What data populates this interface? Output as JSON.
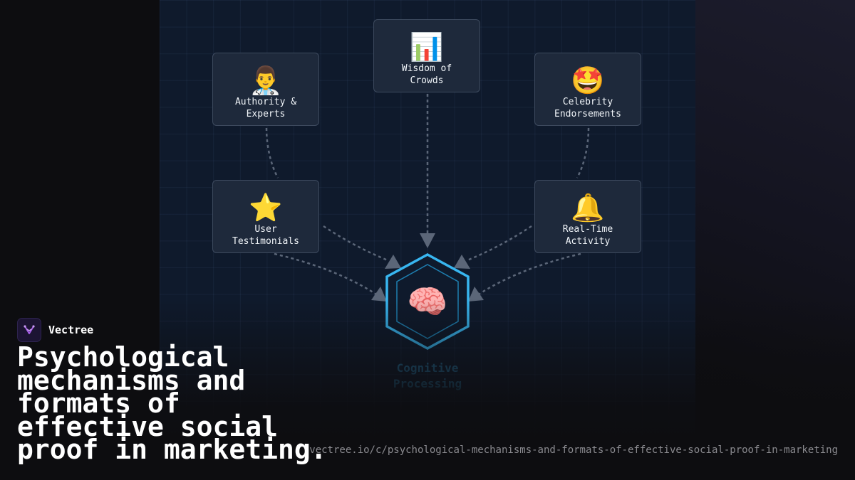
{
  "diagram": {
    "nodes": [
      {
        "id": "wisdom",
        "icon": "📊",
        "icon_name": "bar-chart-icon",
        "label": "Wisdom of\nCrowds"
      },
      {
        "id": "authority",
        "icon": "👨‍⚕️",
        "icon_name": "doctor-icon",
        "label": "Authority &\nExperts"
      },
      {
        "id": "celebrity",
        "icon": "🤩",
        "icon_name": "star-struck-face-icon",
        "label": "Celebrity\nEndorsements"
      },
      {
        "id": "testimonials",
        "icon": "⭐",
        "icon_name": "star-icon",
        "label": "User\nTestimonials"
      },
      {
        "id": "realtime",
        "icon": "🔔",
        "icon_name": "bell-icon",
        "label": "Real-Time\nActivity"
      }
    ],
    "center": {
      "icon": "🧠",
      "icon_name": "brain-icon",
      "label": "Cognitive\nProcessing"
    },
    "edges": [
      {
        "from": "wisdom",
        "to": "center"
      },
      {
        "from": "authority",
        "to": "center"
      },
      {
        "from": "celebrity",
        "to": "center"
      },
      {
        "from": "testimonials",
        "to": "center"
      },
      {
        "from": "realtime",
        "to": "center"
      }
    ]
  },
  "brand": {
    "name": "Vectree",
    "icon_name": "vectree-logo-icon"
  },
  "headline": "Psychological mechanisms and formats of effective social proof in marketing.",
  "url": "vectree.io/c/psychological-mechanisms-and-formats-of-effective-social-proof-in-marketing",
  "colors": {
    "node_bg": "#1e293b",
    "node_border": "#3d4a5e",
    "hex_outer": "#38b6f0",
    "hex_inner": "#1e7fb0",
    "edge": "#5b6678",
    "center_label": "#2b83b3",
    "logo_accent": "#a75ee8"
  }
}
